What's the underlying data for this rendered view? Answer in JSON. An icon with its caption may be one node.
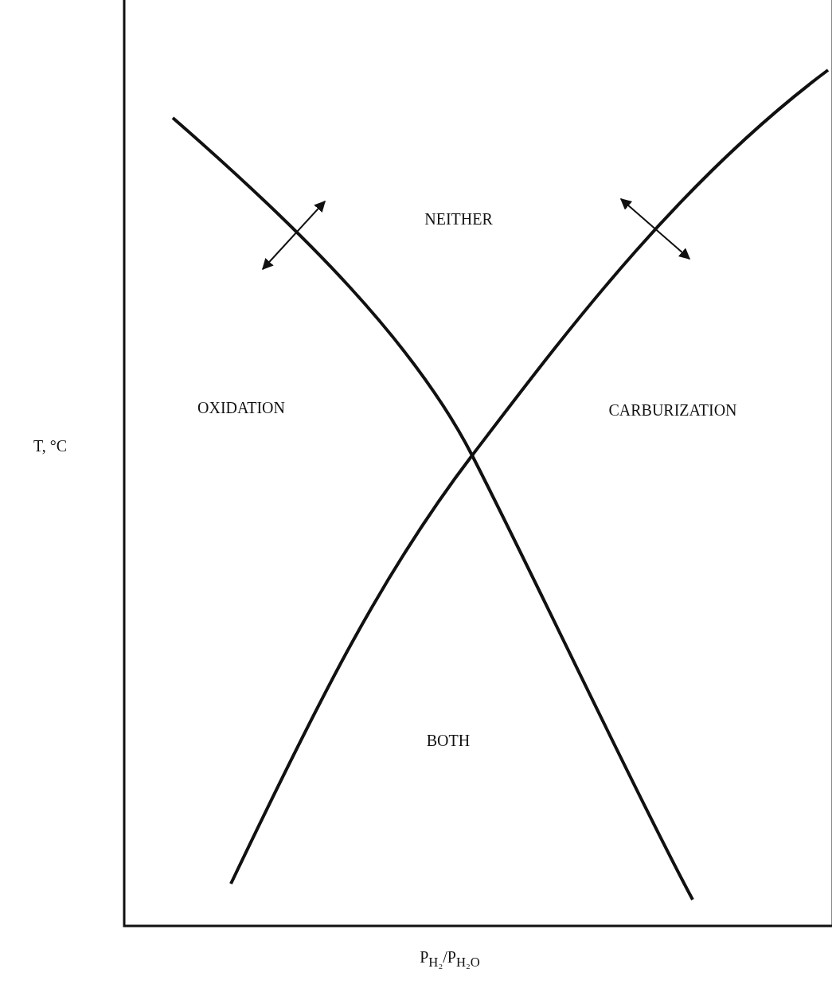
{
  "diagram": {
    "labels": [
      "NEITHER",
      "OXIDATION",
      "CARBURIZATION",
      "T, °C",
      "BOTH",
      "P$_{H₂}$/P$_{H₂O}$"
    ]
  }
}
